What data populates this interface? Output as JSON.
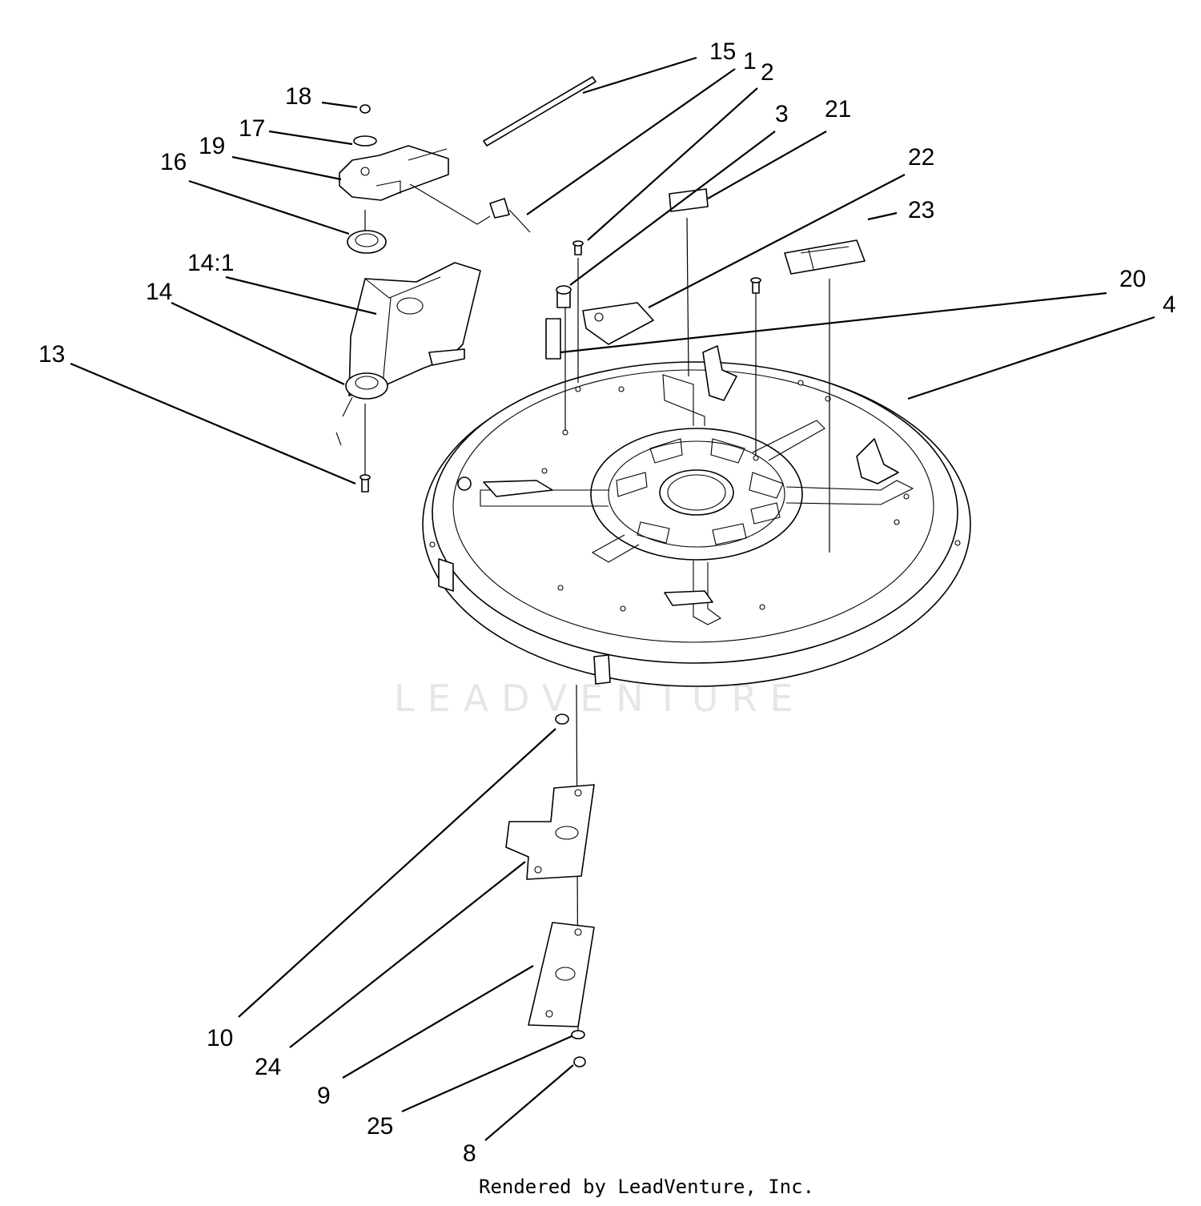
{
  "labels": {
    "l15": "15",
    "l1": "1",
    "l2": "2",
    "l3": "3",
    "l21": "21",
    "l22": "22",
    "l23": "23",
    "l20": "20",
    "l4": "4",
    "l18": "18",
    "l17": "17",
    "l19": "19",
    "l16": "16",
    "l14_1": "14:1",
    "l14": "14",
    "l13": "13",
    "l10": "10",
    "l24": "24",
    "l9": "9",
    "l25": "25",
    "l8": "8"
  },
  "watermark": "LEADVENTURE",
  "footer": "Rendered by LeadVenture, Inc."
}
